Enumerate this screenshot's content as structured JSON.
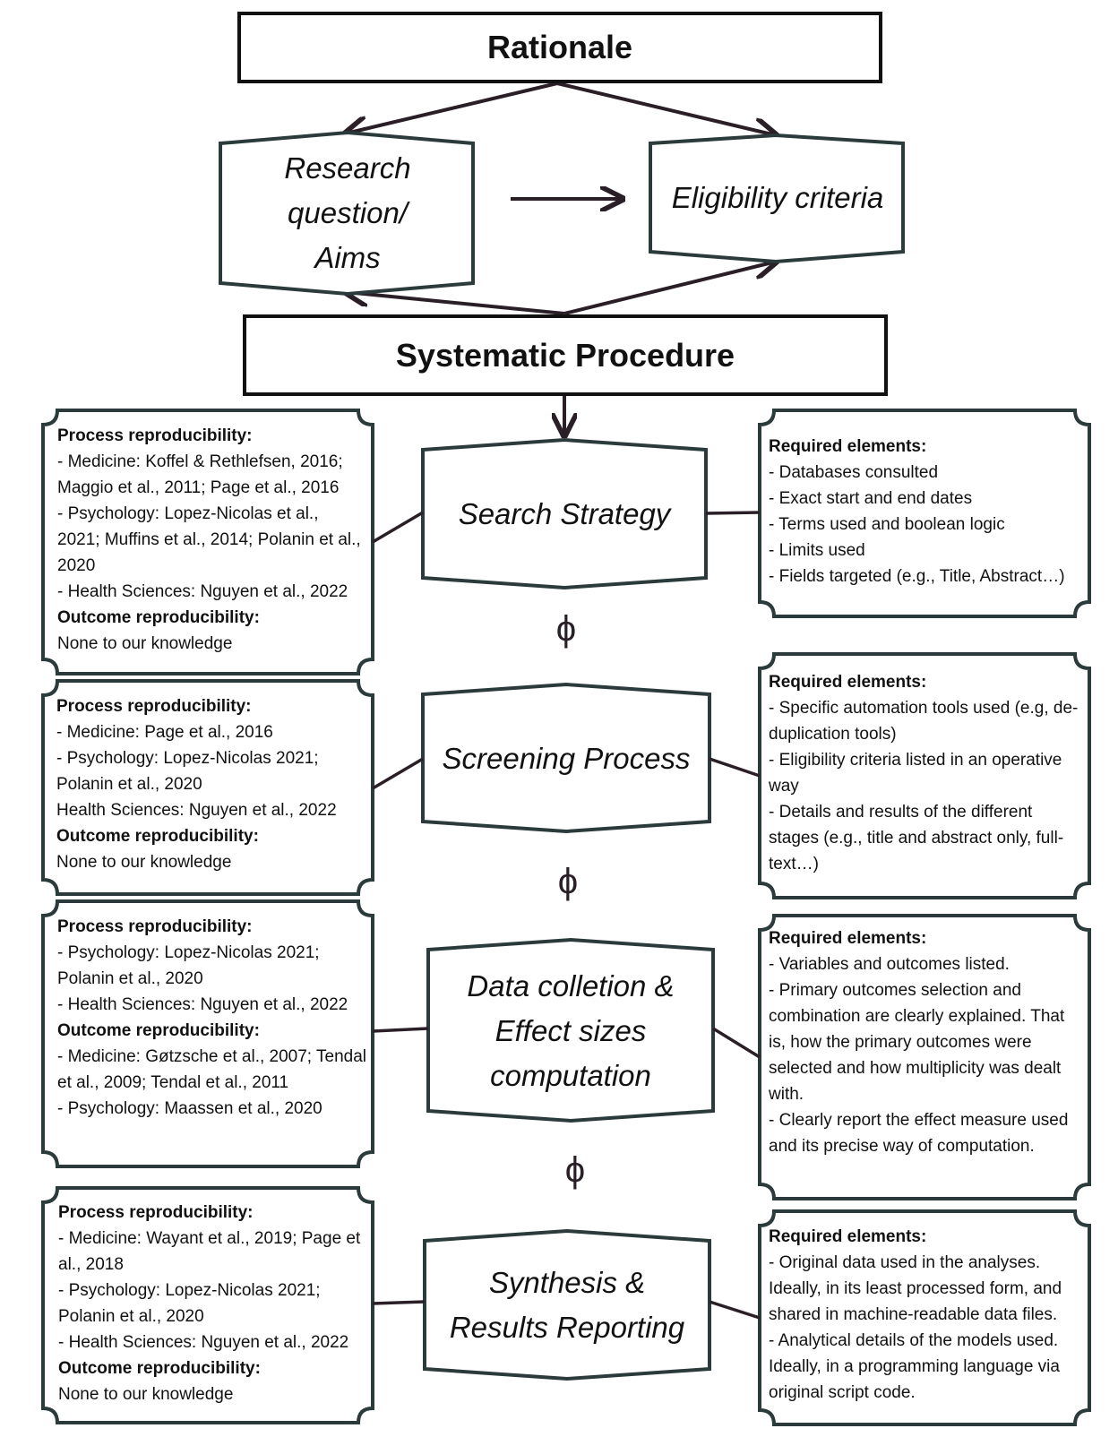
{
  "rationale": "Rationale",
  "research_question": "Research question/ Aims",
  "eligibility": "Eligibility criteria",
  "systematic_procedure": "Systematic Procedure",
  "phi_symbol": "ϕ",
  "stages": [
    {
      "title": "Search Strategy",
      "left": {
        "lines": [
          {
            "t": "Process reproducibility:",
            "bold": true
          },
          {
            "t": "- Medicine: Koffel & Rethlefsen, 2016; Maggio et al., 2011; Page et al., 2016"
          },
          {
            "t": "- Psychology: Lopez-Nicolas et al., 2021; Muffins et al., 2014; Polanin et al., 2020"
          },
          {
            "t": "- Health Sciences: Nguyen et al., 2022"
          },
          {
            "t": "Outcome reproducibility:",
            "bold": true
          },
          {
            "t": "None to our knowledge"
          }
        ]
      },
      "right": {
        "lines": [
          {
            "t": "Required elements:",
            "bold": true
          },
          {
            "t": "- Databases consulted"
          },
          {
            "t": "- Exact start and end dates"
          },
          {
            "t": "- Terms used and boolean logic"
          },
          {
            "t": "- Limits used"
          },
          {
            "t": "- Fields targeted (e.g., Title, Abstract…)"
          }
        ]
      }
    },
    {
      "title": "Screening Process",
      "left": {
        "lines": [
          {
            "t": "Process reproducibility:",
            "bold": true
          },
          {
            "t": "- Medicine: Page et al., 2016"
          },
          {
            "t": "- Psychology: Lopez-Nicolas 2021; Polanin et al., 2020"
          },
          {
            "t": "Health Sciences: Nguyen et al., 2022"
          },
          {
            "t": "Outcome reproducibility:",
            "bold": true
          },
          {
            "t": "None to our knowledge"
          }
        ]
      },
      "right": {
        "lines": [
          {
            "t": "Required elements:",
            "bold": true
          },
          {
            "t": "- Specific automation tools used (e.g, de-duplication tools)"
          },
          {
            "t": "- Eligibility criteria listed in an operative way"
          },
          {
            "t": "- Details and results of the different stages (e.g., title and abstract only, full-text…)"
          }
        ]
      }
    },
    {
      "title": "Data colletion & Effect sizes computation",
      "left": {
        "lines": [
          {
            "t": "Process reproducibility:",
            "bold": true
          },
          {
            "t": "- Psychology: Lopez-Nicolas 2021; Polanin et al., 2020"
          },
          {
            "t": "- Health Sciences: Nguyen et al., 2022"
          },
          {
            "t": "Outcome reproducibility:",
            "bold": true
          },
          {
            "t": "- Medicine: Gøtzsche et al., 2007; Tendal et al., 2009; Tendal et al., 2011"
          },
          {
            "t": "- Psychology: Maassen et al., 2020"
          }
        ]
      },
      "right": {
        "lines": [
          {
            "t": "Required elements:",
            "bold": true
          },
          {
            "t": "- Variables and outcomes listed."
          },
          {
            "t": "- Primary outcomes selection and combination are clearly explained. That is, how the primary outcomes were selected and how multiplicity was dealt with."
          },
          {
            "t": "- Clearly report the effect measure used and its precise way of computation."
          }
        ]
      }
    },
    {
      "title": "Synthesis & Results Reporting",
      "left": {
        "lines": [
          {
            "t": "Process reproducibility:",
            "bold": true
          },
          {
            "t": "- Medicine: Wayant et al., 2019; Page et al., 2018"
          },
          {
            "t": "- Psychology: Lopez-Nicolas 2021; Polanin et al., 2020"
          },
          {
            "t": "- Health Sciences: Nguyen et al., 2022"
          },
          {
            "t": "Outcome reproducibility:",
            "bold": true
          },
          {
            "t": "None to our knowledge"
          }
        ]
      },
      "right": {
        "lines": [
          {
            "t": "Required elements:",
            "bold": true
          },
          {
            "t": "- Original data used in the analyses. Ideally, in its least processed form, and shared in machine-readable data files."
          },
          {
            "t": "- Analytical details of the models used. Ideally, in a programming language via original script code."
          }
        ]
      }
    }
  ]
}
